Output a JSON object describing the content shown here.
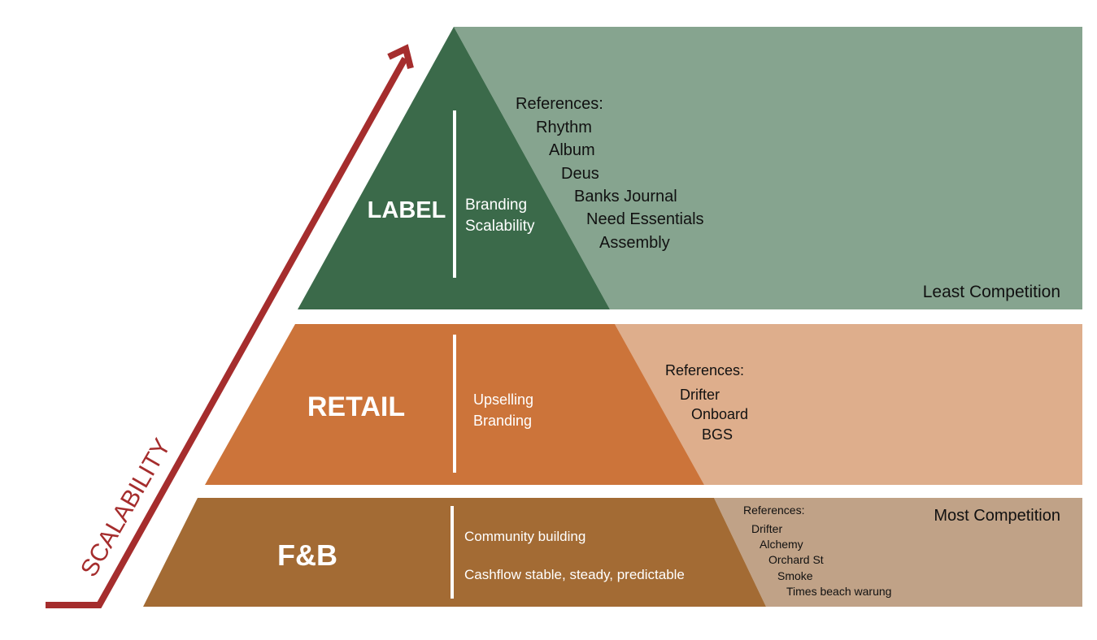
{
  "axis": {
    "label": "SCALABILITY"
  },
  "tiers": [
    {
      "name": "LABEL",
      "traits": [
        "Branding",
        "Scalability"
      ],
      "references_title": "References:",
      "references": [
        "Rhythm",
        "Album",
        "Deus",
        "Banks Journal",
        "Need Essentials",
        "Assembly"
      ],
      "note": "Least Competition",
      "colors": {
        "pyramid": "#3b6a4a",
        "band": "#86a48f"
      }
    },
    {
      "name": "RETAIL",
      "traits": [
        "Upselling",
        "Branding"
      ],
      "references_title": "References:",
      "references": [
        "Drifter",
        "Onboard",
        "BGS"
      ],
      "note": "",
      "colors": {
        "pyramid": "#cc743a",
        "band": "#deae8c"
      }
    },
    {
      "name": "F&B",
      "traits": [
        "Community building",
        "Cashflow stable, steady, predictable"
      ],
      "references_title": "References:",
      "references": [
        "Drifter",
        "Alchemy",
        "Orchard St",
        "Smoke",
        "Times beach warung"
      ],
      "note": "Most Competition",
      "colors": {
        "pyramid": "#a36b34",
        "band": "#c0a287"
      }
    }
  ],
  "colors": {
    "arrow": "#a52d2d",
    "divider": "#ffffff",
    "text_dark": "#111111",
    "text_light": "#ffffff"
  }
}
